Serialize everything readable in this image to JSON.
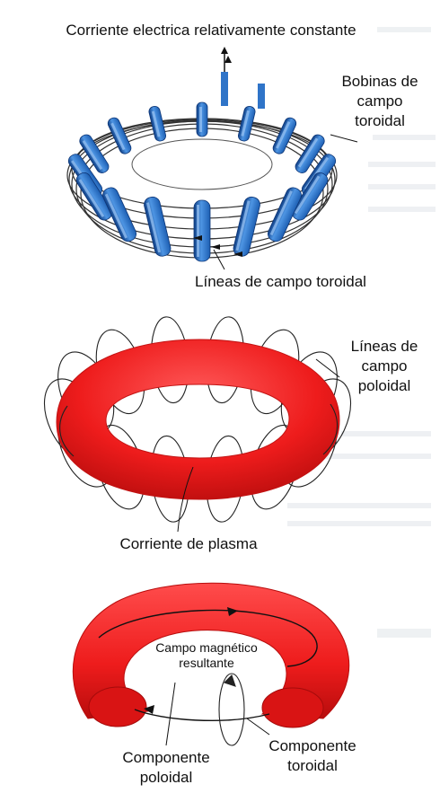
{
  "labels": {
    "current": "Corriente electrica relativamente constante",
    "coils": [
      "Bobinas de",
      "campo",
      "toroidal"
    ],
    "toroidal_lines": "Líneas de campo toroidal",
    "poloidal_lines": [
      "Líneas de",
      "campo",
      "poloidal"
    ],
    "plasma_current": "Corriente de plasma",
    "resultant": [
      "Campo magnético",
      "resultante"
    ],
    "poloidal_component": [
      "Componente",
      "poloidal"
    ],
    "toroidal_component": [
      "Componente",
      "toroidal"
    ]
  },
  "colors": {
    "coil_blue": "#2f74c8",
    "coil_dark": "#0f3f86",
    "plasma_red": "#ee1c1c",
    "plasma_dark": "#b80d0d",
    "line_black": "#111111"
  }
}
